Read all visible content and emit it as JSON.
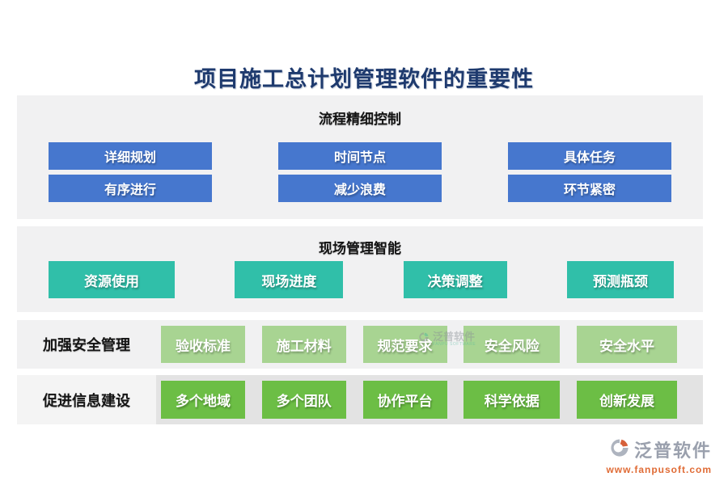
{
  "page": {
    "title": "项目施工总计划管理软件的重要性"
  },
  "sections": {
    "process": {
      "header": "流程精细控制",
      "buttons": [
        "详细规划",
        "时间节点",
        "具体任务",
        "有序进行",
        "减少浪费",
        "环节紧密"
      ]
    },
    "site": {
      "header": "现场管理智能",
      "buttons": [
        "资源使用",
        "现场进度",
        "决策调整",
        "预测瓶颈"
      ]
    },
    "safety": {
      "label": "加强安全管理",
      "buttons": [
        "验收标准",
        "施工材料",
        "规范要求",
        "安全风险",
        "安全水平"
      ]
    },
    "info": {
      "label": "促进信息建设",
      "buttons": [
        "多个地域",
        "多个团队",
        "协作平台",
        "科学依据",
        "创新发展"
      ]
    }
  },
  "watermark": {
    "brand": "泛普软件",
    "subtitle": "FANPU SOFTWARE"
  },
  "footer": {
    "brand": "泛普软件",
    "url": "www.fanpusoft.com"
  },
  "colors": {
    "title": "#1E3A6E",
    "process_button": "#4677CE",
    "site_button": "#30BFA9",
    "safety_button": "#A8D492",
    "info_button": "#6CBE45",
    "panel_bg": "#F1F1F2",
    "info_panel_bg": "#E3E3E3",
    "footer_url": "#E06B35"
  }
}
